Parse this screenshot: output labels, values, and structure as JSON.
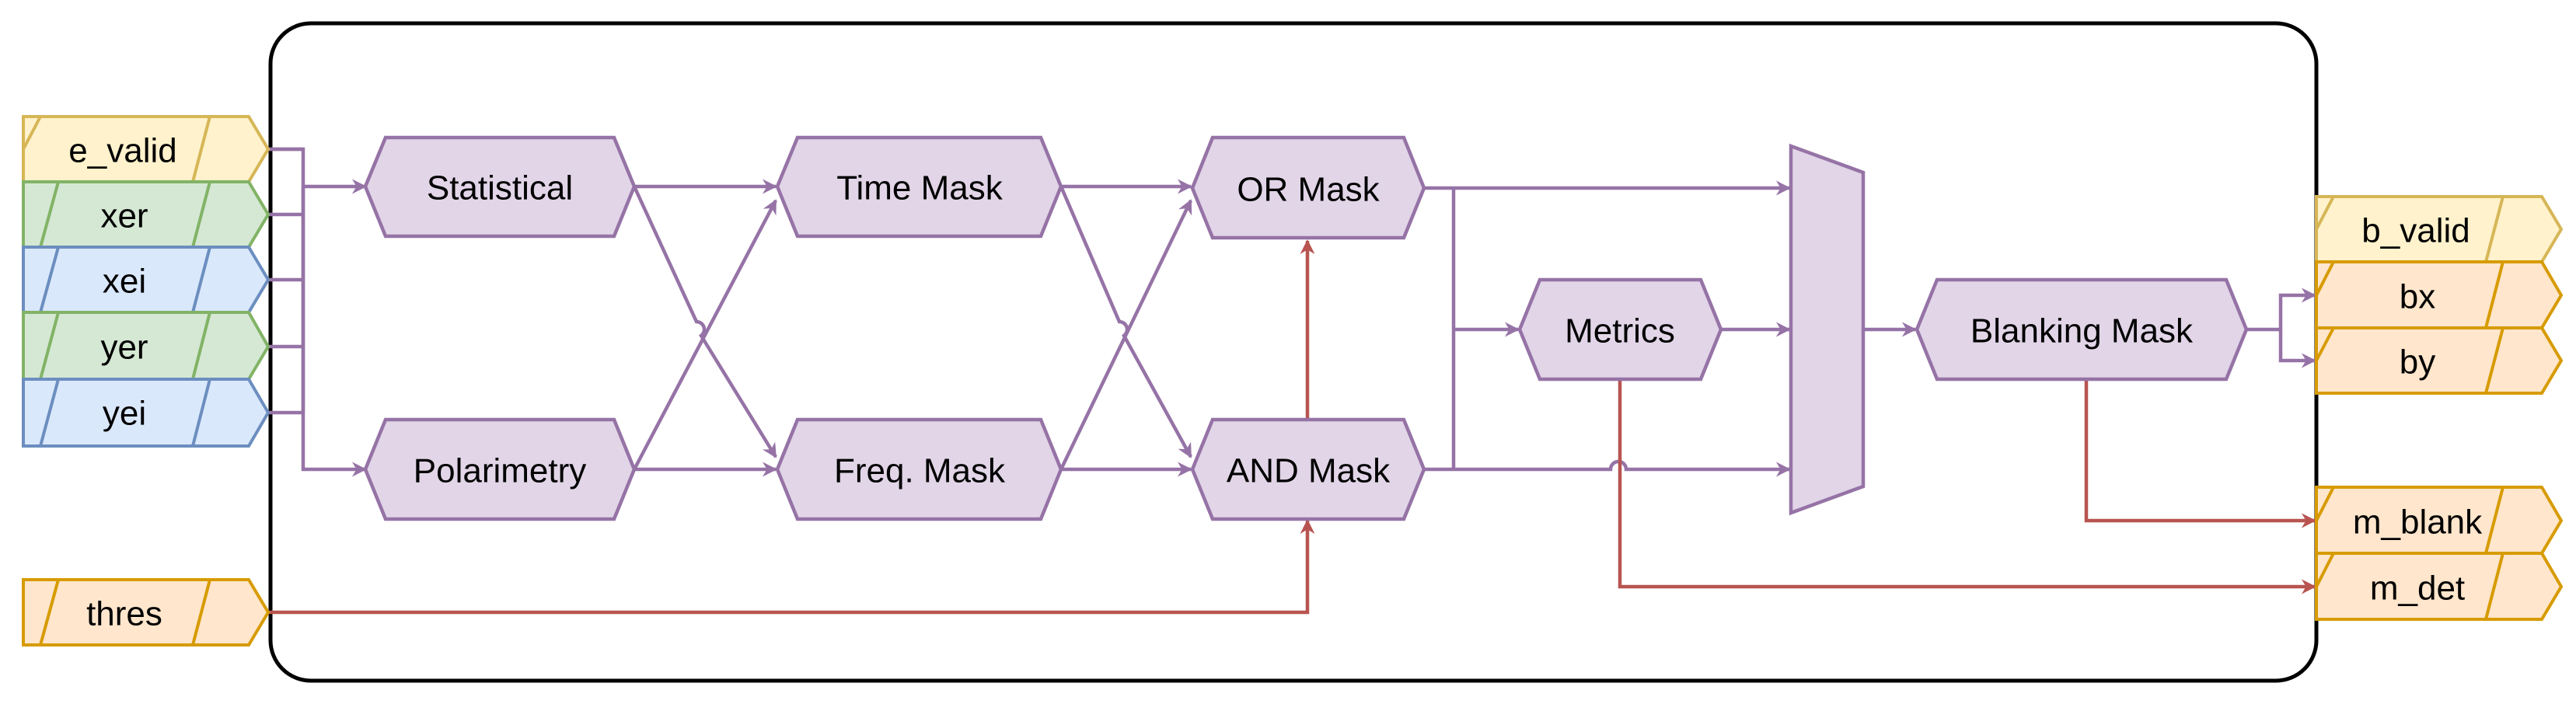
{
  "colors": {
    "frame": "#000000",
    "block_fill": "#e1d5e7",
    "block_stroke": "#9673a6",
    "control_wire": "#b85450",
    "port_yellow_fill": "#fff2cc",
    "port_yellow_stroke": "#d6b656",
    "port_green_fill": "#d5e8d4",
    "port_green_stroke": "#82b366",
    "port_blue_fill": "#dae8fc",
    "port_blue_stroke": "#6c8ebf",
    "port_orange_fill": "#ffe6cc",
    "port_orange_stroke": "#d79b00"
  },
  "inputs": {
    "e_valid": "e_valid",
    "xer": "xer",
    "xei": "xei",
    "yer": "yer",
    "yei": "yei",
    "thres": "thres"
  },
  "blocks": {
    "statistical": "Statistical",
    "polarimetry": "Polarimetry",
    "time_mask": "Time Mask",
    "freq_mask": "Freq. Mask",
    "or_mask": "OR Mask",
    "and_mask": "AND Mask",
    "metrics": "Metrics",
    "blanking_mask": "Blanking Mask"
  },
  "outputs": {
    "b_valid": "b_valid",
    "bx": "bx",
    "by": "by",
    "m_blank": "m_blank",
    "m_det": "m_det"
  }
}
